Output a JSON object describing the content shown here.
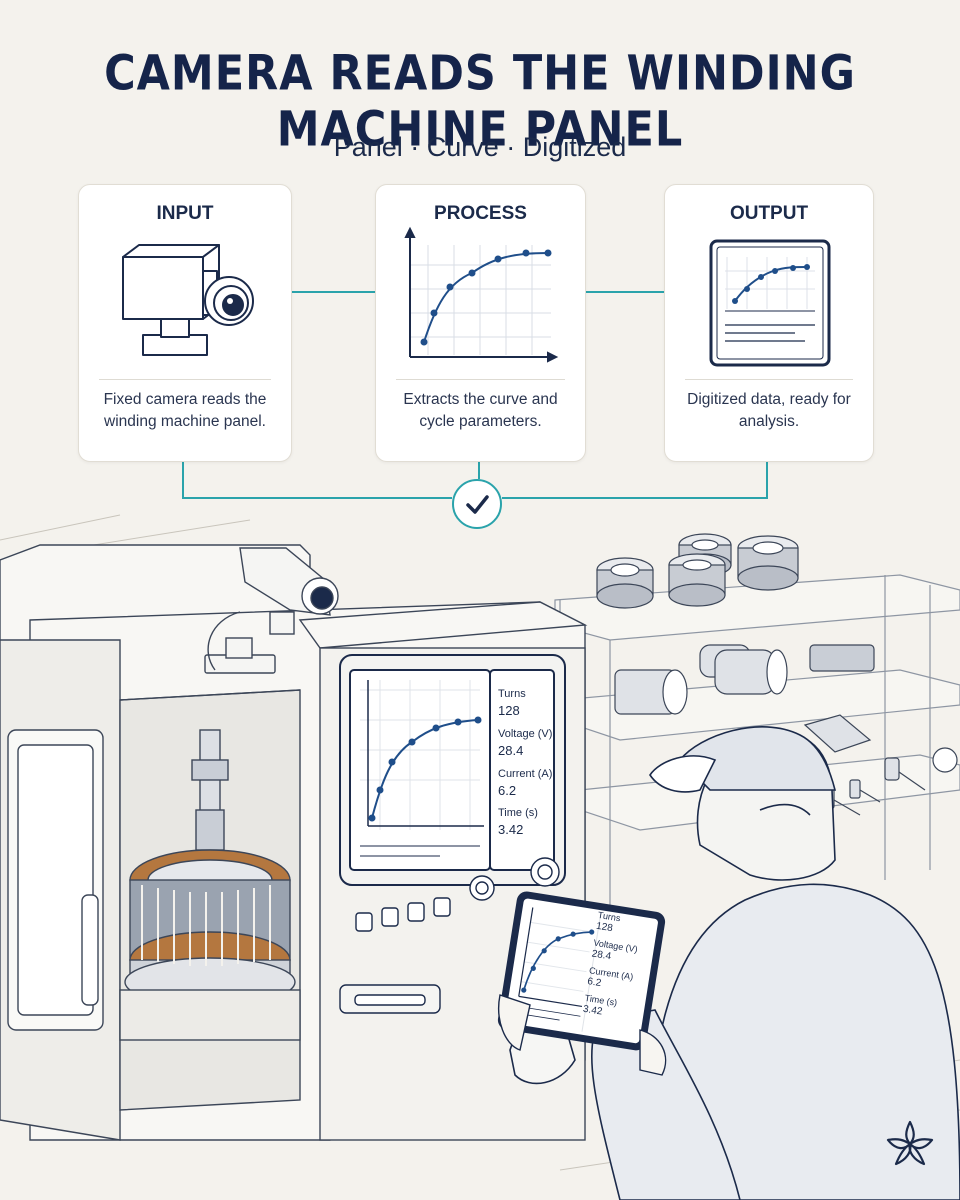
{
  "title": "CAMERA READS THE WINDING MACHINE PANEL",
  "subtitle": "Panel · Curve · Digitized",
  "cards": [
    {
      "heading": "INPUT",
      "text": "Fixed camera reads the winding machine panel.",
      "icon": "camera-icon"
    },
    {
      "heading": "PROCESS",
      "text": "Extracts the curve and cycle parameters.",
      "icon": "curve-graph-icon"
    },
    {
      "heading": "OUTPUT",
      "text": "Digitized data, ready for analysis.",
      "icon": "digitized-report-icon"
    }
  ],
  "hmi": {
    "labels": [
      "Turns",
      "Voltage (V)",
      "Current (A)",
      "Time (s)"
    ],
    "values": [
      "128",
      "28.4",
      "6.2",
      "3.42"
    ]
  },
  "tablet": {
    "labels": [
      "Turns",
      "Voltage (V)",
      "Current (A)",
      "Time (s)"
    ],
    "values": [
      "128",
      "28.4",
      "6.2",
      "3.42"
    ]
  },
  "colors": {
    "navy": "#1b2a4a",
    "teal": "#2aa3ab",
    "copper": "#b4773f",
    "background": "#f4f2ed"
  }
}
